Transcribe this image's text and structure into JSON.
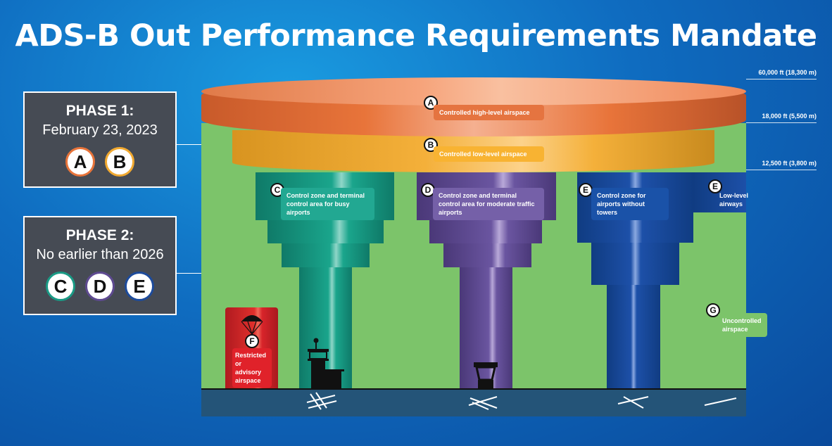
{
  "title": "ADS-B Out Performance Requirements Mandate",
  "phase1": {
    "heading": "PHASE 1:",
    "date": "February 23, 2023",
    "classes": [
      "A",
      "B"
    ]
  },
  "phase2": {
    "heading": "PHASE 2:",
    "date": "No earlier than 2026",
    "classes": [
      "C",
      "D",
      "E"
    ]
  },
  "altitudes": [
    "60,000 ft (18,300 m)",
    "18,000 ft (5,500 m)",
    "12,500 ft (3,800 m)"
  ],
  "airspaces": {
    "A": {
      "letter": "A",
      "label": "Controlled high-level airspace"
    },
    "B": {
      "letter": "B",
      "label": "Controlled low-level airspace"
    },
    "C": {
      "letter": "C",
      "label": "Control zone and terminal control area for busy airports"
    },
    "D": {
      "letter": "D",
      "label": "Control zone and terminal control area for moderate traffic airports"
    },
    "E": {
      "letter": "E",
      "label": "Control zone for airports without towers"
    },
    "E2": {
      "letter": "E",
      "label": "Low-level airways"
    },
    "F": {
      "letter": "F",
      "label": "Restricted or advisory airspace"
    },
    "G": {
      "letter": "G",
      "label": "Uncontrolled airspace"
    }
  },
  "colors": {
    "A": "#e8743a",
    "B": "#f1a930",
    "C": "#1a9a85",
    "D": "#5e4a91",
    "E": "#1d4b9c",
    "F": "#d8242a",
    "G": "#7cc46a"
  }
}
